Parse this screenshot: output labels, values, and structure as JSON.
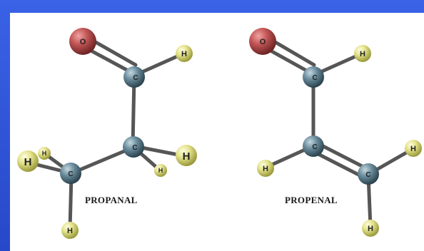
{
  "colors": {
    "frame": "#2f55d6",
    "panel": "#ffffff",
    "oxygen": "#b04a4a",
    "carbon": "#5b7f90",
    "hydrogen": "#e6e48a",
    "bond": "#5a5a5a"
  },
  "molecules": [
    {
      "name": "PROPANAL",
      "atoms": [
        {
          "el": "O",
          "label": "O"
        },
        {
          "el": "C",
          "label": "C"
        },
        {
          "el": "H",
          "label": "H"
        },
        {
          "el": "C",
          "label": "C"
        },
        {
          "el": "H",
          "label": "H"
        },
        {
          "el": "H",
          "label": "H"
        },
        {
          "el": "C",
          "label": "C"
        },
        {
          "el": "H",
          "label": "H"
        },
        {
          "el": "H",
          "label": "H"
        },
        {
          "el": "H",
          "label": "H"
        }
      ]
    },
    {
      "name": "PROPENAL",
      "atoms": [
        {
          "el": "O",
          "label": "O"
        },
        {
          "el": "C",
          "label": "C"
        },
        {
          "el": "H",
          "label": "H"
        },
        {
          "el": "C",
          "label": "C"
        },
        {
          "el": "H",
          "label": "H"
        },
        {
          "el": "C",
          "label": "C"
        },
        {
          "el": "H",
          "label": "H"
        },
        {
          "el": "H",
          "label": "H"
        }
      ]
    }
  ]
}
